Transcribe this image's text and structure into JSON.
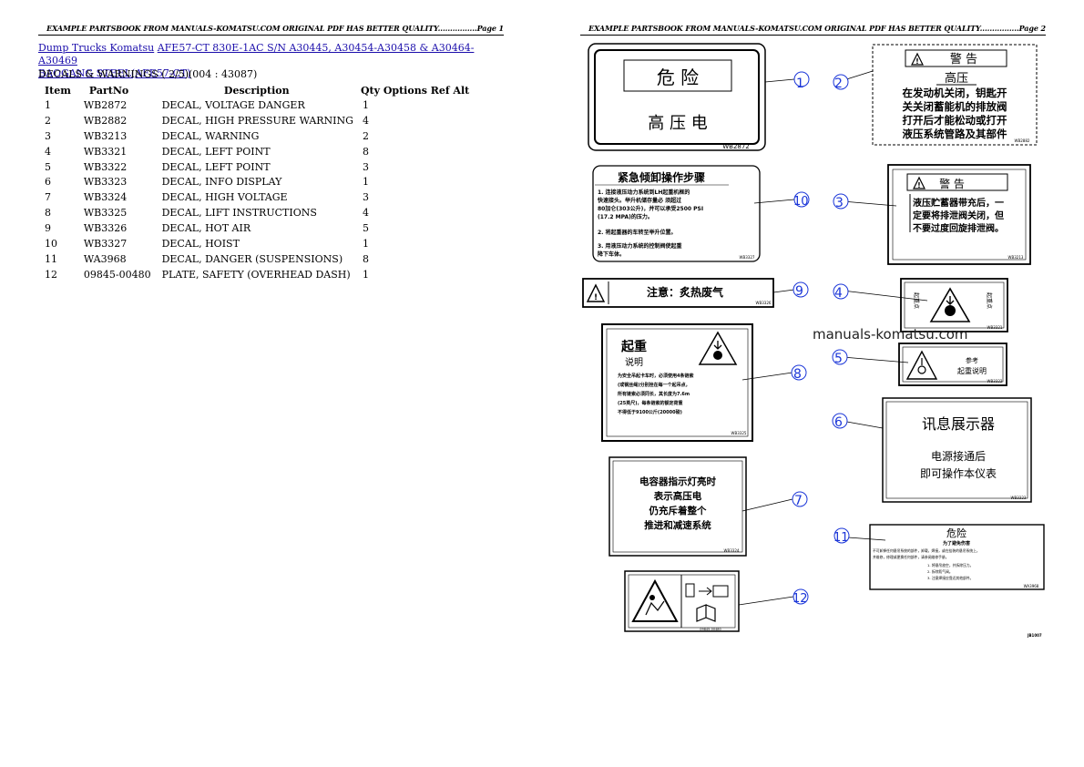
{
  "page1": {
    "header": "EXAMPLE PARTSBOOK FROM MANUALS-KOMATSU.COM ORIGINAL PDF HAS BETTER QUALITY................Page 1",
    "breadcrumb": {
      "link1": "Dump Trucks Komatsu",
      "link2": "AFE57-CT 830E-1AC S/N A30445, A30454-A30458 & A30464-A30469",
      "link3": "BAOGANG STEEL(AFE57-CT)"
    },
    "section_title": "DECALS & WARNINGS ( 2/5)(004 : 43087)",
    "table": {
      "headers": [
        "Item",
        "PartNo",
        "Description",
        "Qty Options Ref Alt"
      ],
      "rows": [
        {
          "item": "1",
          "part": "WB2872",
          "desc": "DECAL, VOLTAGE DANGER",
          "qty": "1"
        },
        {
          "item": "2",
          "part": "WB2882",
          "desc": "DECAL, HIGH PRESSURE WARNING",
          "qty": "4"
        },
        {
          "item": "3",
          "part": "WB3213",
          "desc": "DECAL, WARNING",
          "qty": "2"
        },
        {
          "item": "4",
          "part": "WB3321",
          "desc": "DECAL, LEFT POINT",
          "qty": "8"
        },
        {
          "item": "5",
          "part": "WB3322",
          "desc": "DECAL, LEFT POINT",
          "qty": "3"
        },
        {
          "item": "6",
          "part": "WB3323",
          "desc": "DECAL, INFO DISPLAY",
          "qty": "1"
        },
        {
          "item": "7",
          "part": "WB3324",
          "desc": "DECAL, HIGH VOLTAGE",
          "qty": "3"
        },
        {
          "item": "8",
          "part": "WB3325",
          "desc": "DECAL, LIFT INSTRUCTIONS",
          "qty": "4"
        },
        {
          "item": "9",
          "part": "WB3326",
          "desc": "DECAL, HOT AIR",
          "qty": "5"
        },
        {
          "item": "10",
          "part": "WB3327",
          "desc": "DECAL, HOIST",
          "qty": "1"
        },
        {
          "item": "11",
          "part": "WA3968",
          "desc": "DECAL, DANGER (SUSPENSIONS)",
          "qty": "8"
        },
        {
          "item": "12",
          "part": "09845-00480",
          "desc": "PLATE, SAFETY (OVERHEAD DASH)",
          "qty": "1"
        }
      ]
    }
  },
  "page2": {
    "header": "EXAMPLE PARTSBOOK FROM MANUALS-KOMATSU.COM ORIGINAL PDF HAS BETTER QUALITY................Page 2",
    "watermark": "manuals-komatsu.com",
    "figure_code": "JB1007",
    "callouts": [
      "1",
      "2",
      "3",
      "4",
      "5",
      "6",
      "7",
      "8",
      "9",
      "10",
      "11",
      "12"
    ],
    "decals": {
      "d1": {
        "title": "危 险",
        "text": "高 压 电",
        "code": "WB2872"
      },
      "d2": {
        "title": "警 告",
        "heading": "高压",
        "lines": [
          "在发动机关闭，钥匙开",
          "关关闭蓄能机的排放阀",
          "打开后才能松动或打开",
          "液压系统管路及其部件"
        ],
        "code": "WB2882"
      },
      "d3": {
        "title": "警 告",
        "lines": [
          "液压贮蓄器带充后，一",
          "定要将排泄阀关闭，但",
          "不要过度回旋排泄阀。"
        ],
        "code": "WB3213"
      },
      "d4": {
        "left": "起重点",
        "right": "起重点",
        "code": "WB3321"
      },
      "d5": {
        "lines": [
          "参考",
          "起重说明"
        ],
        "code": "WB3322"
      },
      "d6": {
        "title": "讯息展示器",
        "lines": [
          "电源接通后",
          "即可操作本仪表"
        ],
        "code": "WB3323"
      },
      "d7": {
        "lines": [
          "电容器指示灯亮时",
          "表示高压电",
          "仍充斥着整个",
          "推进和减速系统"
        ],
        "code": "WB3324"
      },
      "d8": {
        "title": "起重",
        "subtitle": "说明",
        "lines": [
          "为安全吊起卡车时，必须使用4条链索",
          "(或钢丝绳)分别拴在每一个起吊点，",
          "所有链索必须同长，其长度为7.6m",
          "(25英尺)，每条链索的额定荷重",
          "不得低于9100公斤(20000磅)"
        ],
        "code": "WB3325"
      },
      "d9": {
        "text": "注意：炙热废气",
        "code": "WB3326"
      },
      "d10": {
        "title": "紧急倾卸操作步骤",
        "lines": [
          "1. 连接液压动力系统到LH起重机框的",
          "   快速接头。举升机储存量必 须超过",
          "   80加仑(303公升)，并可以承受2500 PSI",
          "   (17.2 MPA)的压力。",
          "2. 将起重器的车转至举升位置。",
          "3. 用液压动力系统的控制阀使起重",
          "   降下车体。"
        ],
        "code": "WB3327"
      },
      "d11": {
        "title": "危险",
        "subtitle": "为了避免伤害",
        "lines": [
          "不可卸掉任何悬吊系统的部件，卸载，焊接，或在挂装的悬吊系统上，",
          "并维修，修理或更换任何部件，请参阅维修手册。",
          "1. 将悬吊放空，并拆除压力。",
          "2. 拆除氮气阀。",
          "3. 注意焊接应靠近其他部件。"
        ],
        "code": "WA3968"
      },
      "d12": {
        "code": "09845-00480"
      }
    }
  }
}
